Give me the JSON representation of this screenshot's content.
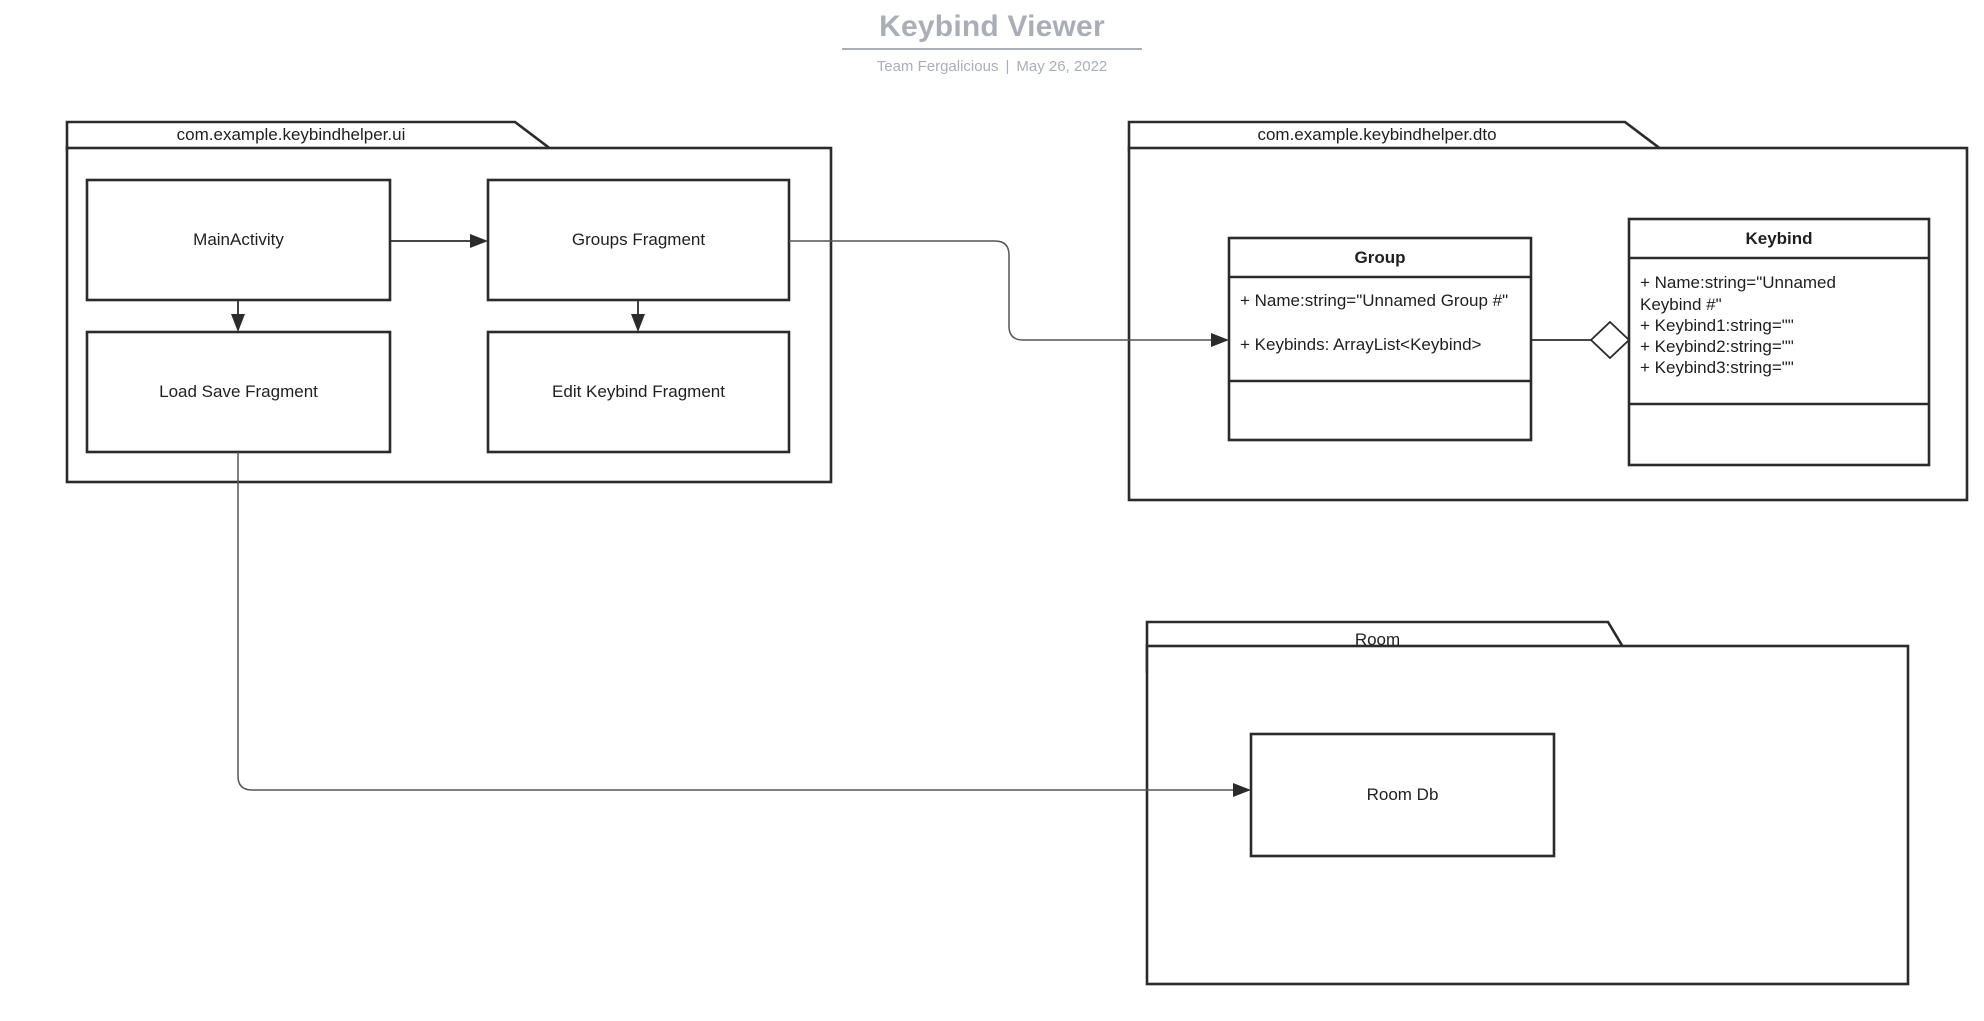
{
  "header": {
    "title": "Keybind Viewer",
    "team": "Team Fergalicious",
    "separator": "|",
    "date": "May 26, 2022"
  },
  "diagram": {
    "type": "uml-package-class-diagram",
    "packages": [
      {
        "id": "pkg-ui",
        "name": "com.example.keybindhelper.ui",
        "nodes": [
          {
            "id": "node-mainactivity",
            "label": "MainActivity"
          },
          {
            "id": "node-groups-fragment",
            "label": "Groups Fragment"
          },
          {
            "id": "node-load-save-fragment",
            "label": "Load Save Fragment"
          },
          {
            "id": "node-edit-keybind-fragment",
            "label": "Edit Keybind Fragment"
          }
        ]
      },
      {
        "id": "pkg-dto",
        "name": "com.example.keybindhelper.dto",
        "classes": [
          {
            "id": "class-group",
            "title": "Group",
            "attributes": [
              "+ Name:string=\"Unnamed Group #\"",
              "+ Keybinds: ArrayList<Keybind>"
            ],
            "methods": []
          },
          {
            "id": "class-keybind",
            "title": "Keybind",
            "attributes": [
              "+ Name:string=\"Unnamed Keybind #\"",
              "+ Keybind1:string=\"\"",
              "+ Keybind2:string=\"\"",
              "+ Keybind3:string=\"\""
            ],
            "methods": []
          }
        ]
      },
      {
        "id": "pkg-room",
        "name": "Room",
        "nodes": [
          {
            "id": "node-room-db",
            "label": "Room Db"
          }
        ]
      }
    ],
    "connections": [
      {
        "id": "conn-main-to-groups",
        "from": "MainActivity",
        "to": "Groups Fragment",
        "kind": "arrow"
      },
      {
        "id": "conn-main-to-loadsave",
        "from": "MainActivity",
        "to": "Load Save Fragment",
        "kind": "arrow"
      },
      {
        "id": "conn-groups-to-editkeybind",
        "from": "Groups Fragment",
        "to": "Edit Keybind Fragment",
        "kind": "arrow"
      },
      {
        "id": "conn-groups-to-group",
        "from": "Groups Fragment",
        "to": "Group",
        "kind": "arrow"
      },
      {
        "id": "conn-group-to-keybind",
        "from": "Group",
        "to": "Keybind",
        "kind": "aggregation"
      },
      {
        "id": "conn-loadsave-to-roomdb",
        "from": "Load Save Fragment",
        "to": "Room Db",
        "kind": "arrow"
      }
    ],
    "colors": {
      "stroke": "#2b2b2b",
      "fill": "#ffffff",
      "header_text": "#a9aeb8",
      "body_text": "#1f1f1f"
    }
  }
}
